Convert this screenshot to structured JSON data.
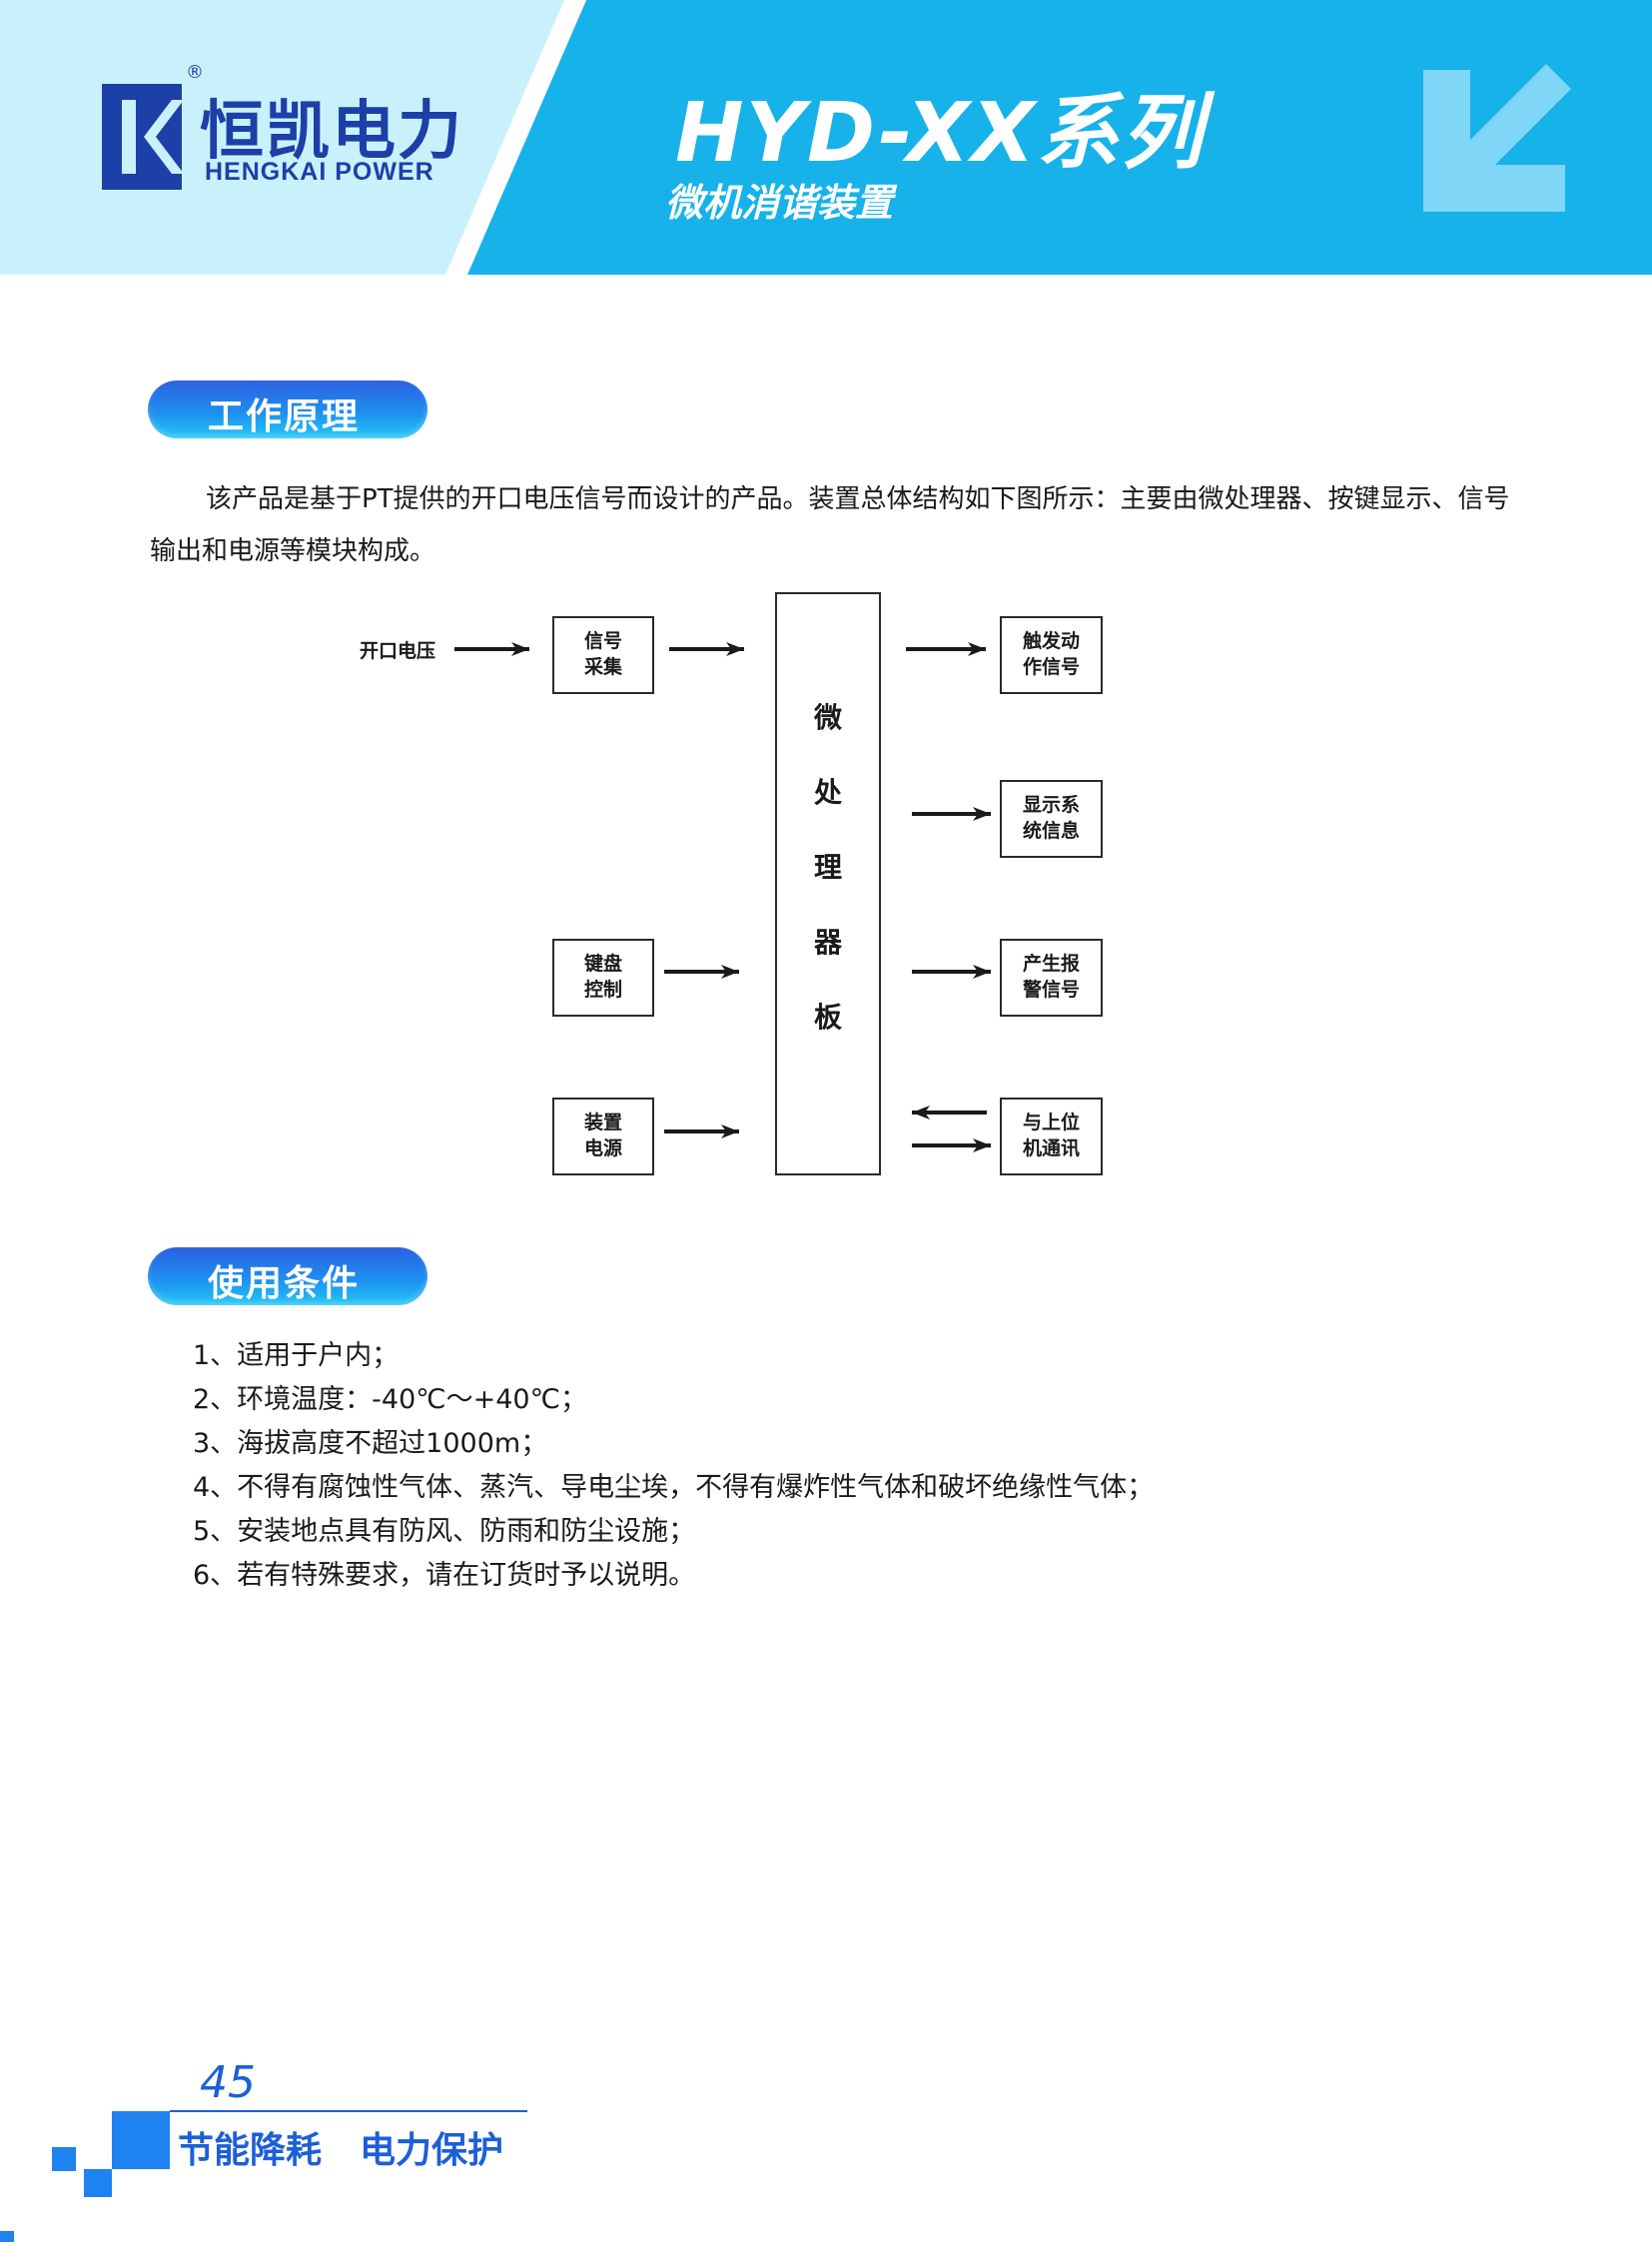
{
  "header": {
    "brand_cn": "恒凯电力",
    "brand_en": "HENGKAI POWER",
    "registered_mark": "®",
    "series_title": "HYD-XX系列",
    "series_subtitle": "微机消谐装置",
    "colors": {
      "left_panel": "#c9f1fc",
      "right_panel": "#17b2ea",
      "logo_blue": "#1d3fa8",
      "arrow": "#7fd6f6"
    }
  },
  "sections": {
    "principle": {
      "heading": "工作原理",
      "text": "该产品是基于PT提供的开口电压信号而设计的产品。装置总体结构如下图所示：主要由微处理器、按键显示、信号输出和电源等模块构成。"
    },
    "conditions": {
      "heading": "使用条件",
      "items": [
        "1、适用于户内；",
        "2、环境温度：-40℃～+40℃；",
        "3、海拔高度不超过1000m；",
        "4、不得有腐蚀性气体、蒸汽、导电尘埃，不得有爆炸性气体和破坏绝缘性气体；",
        "5、安装地点具有防风、防雨和防尘设施；",
        "6、若有特殊要求，请在订货时予以说明。"
      ]
    }
  },
  "diagram": {
    "input_label": "开口电压",
    "left_boxes": [
      "信号\n采集",
      "键盘\n控制",
      "装置\n电源"
    ],
    "center_box": [
      "微",
      "处",
      "理",
      "器",
      "板"
    ],
    "right_boxes": [
      "触发动\n作信号",
      "显示系\n统信息",
      "产生报\n警信号",
      "与上位\n机通讯"
    ]
  },
  "footer": {
    "page_number": "45",
    "slogan_1": "节能降耗",
    "slogan_2": "电力保护",
    "colors": {
      "accent": "#1d5fd8",
      "block": "#1e82f0"
    }
  }
}
